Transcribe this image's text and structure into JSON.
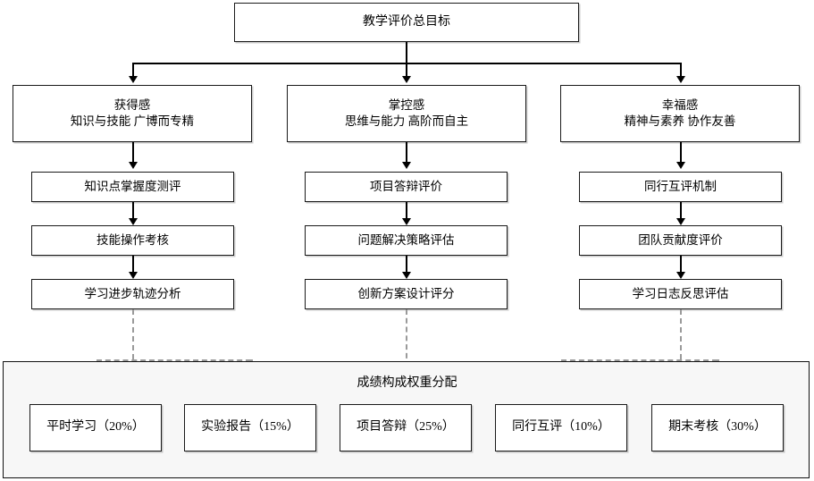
{
  "diagram": {
    "title": "教学评价总目标",
    "root": {
      "label": "教学评价总目标"
    },
    "categories": [
      {
        "name": "获得感",
        "subtitle": "知识与技能 广博而专精",
        "items": [
          {
            "label": "知识点掌握度测评"
          },
          {
            "label": "技能操作考核"
          },
          {
            "label": "学习进步轨迹分析"
          }
        ]
      },
      {
        "name": "掌控感",
        "subtitle": "思维与能力 高阶而自主",
        "items": [
          {
            "label": "项目答辩评价"
          },
          {
            "label": "问题解决策略评估"
          },
          {
            "label": "创新方案设计评分"
          }
        ]
      },
      {
        "name": "幸福感",
        "subtitle": "精神与素养 协作友善",
        "items": [
          {
            "label": "同行互评机制"
          },
          {
            "label": "团队贡献度评价"
          },
          {
            "label": "学习日志反思评估"
          }
        ]
      }
    ],
    "weights_panel": {
      "title": "成绩构成权重分配",
      "items": [
        {
          "label": "平时学习（20%）",
          "name": "平时学习",
          "weight": 20
        },
        {
          "label": "实验报告（15%）",
          "name": "实验报告",
          "weight": 15
        },
        {
          "label": "项目答辩（25%）",
          "name": "项目答辩",
          "weight": 25
        },
        {
          "label": "同行互评（10%）",
          "name": "同行互评",
          "weight": 10
        },
        {
          "label": "期末考核（30%）",
          "name": "期末考核",
          "weight": 30
        }
      ]
    },
    "colors": {
      "box_border": "#1a1a1a",
      "box_fill": "#ffffff",
      "panel_fill": "#f7f7f7",
      "panel_border": "#111111",
      "solid_connector": "#000000",
      "dashed_connector": "#9a9a9a"
    }
  }
}
